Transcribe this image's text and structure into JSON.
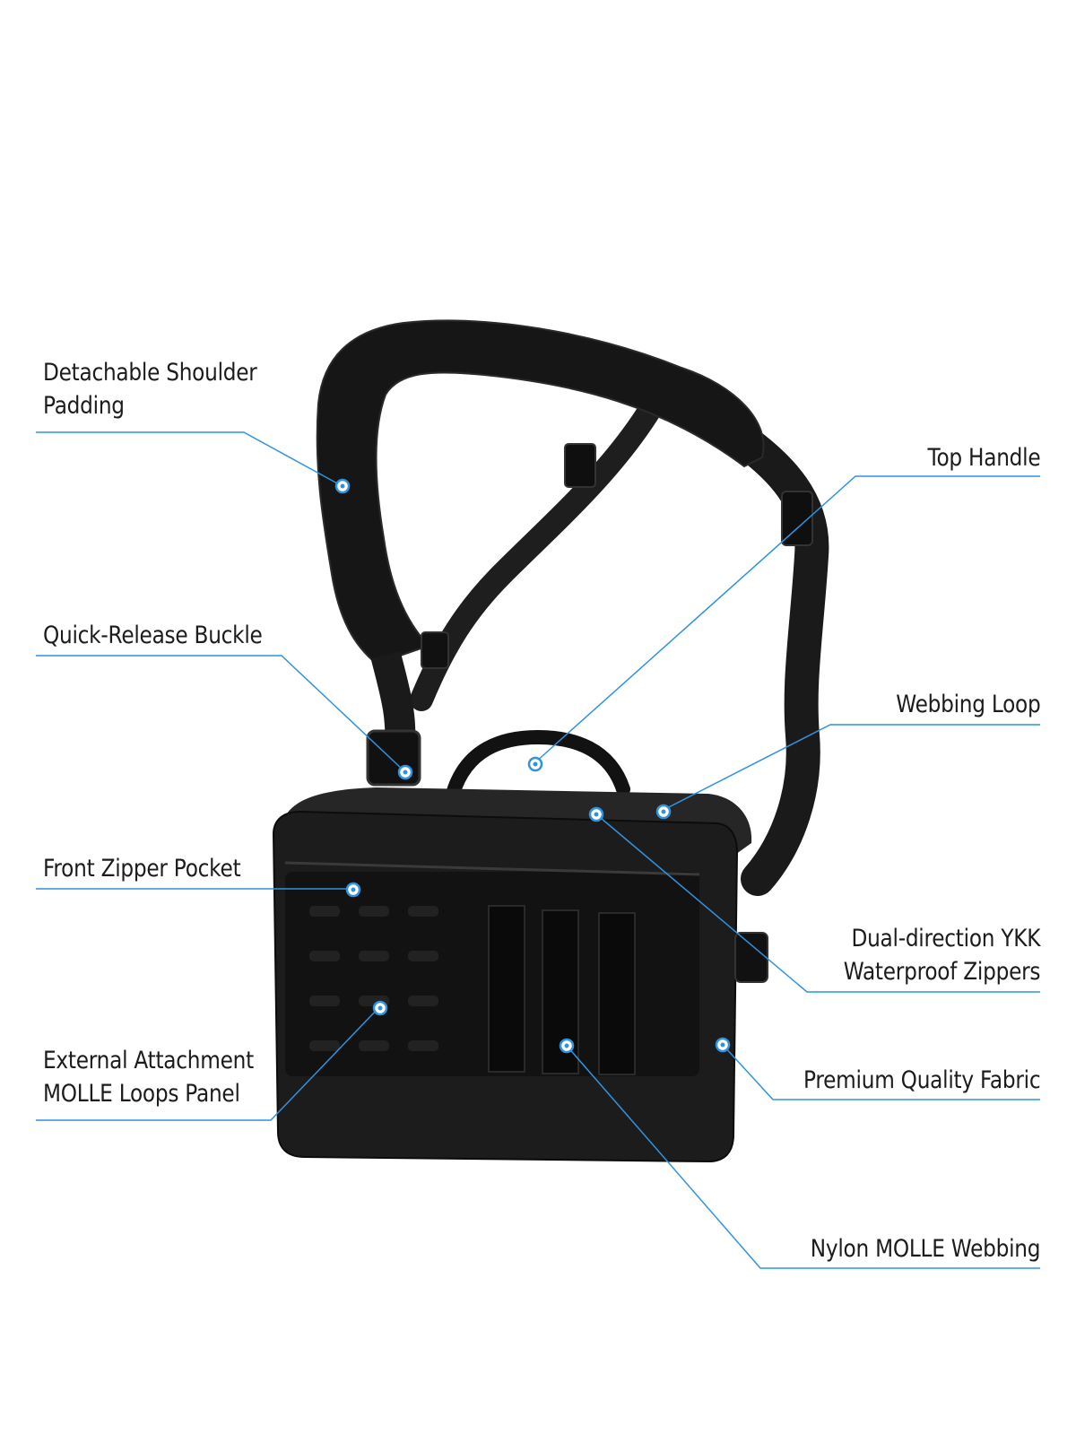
{
  "accent_color": "#2f93e0",
  "product": {
    "color": "#151515"
  },
  "callouts": {
    "shoulder_padding": {
      "line1": "Detachable Shoulder",
      "line2": "Padding"
    },
    "top_handle": {
      "line1": "Top Handle"
    },
    "quick_release_buckle": {
      "line1": "Quick-Release Buckle"
    },
    "webbing_loop": {
      "line1": "Webbing Loop"
    },
    "front_zipper_pocket": {
      "line1": "Front Zipper Pocket"
    },
    "ykk_zippers": {
      "line1": "Dual-direction YKK",
      "line2": "Waterproof Zippers"
    },
    "molle_panel": {
      "line1": "External Attachment",
      "line2": "MOLLE Loops Panel"
    },
    "premium_fabric": {
      "line1": "Premium Quality Fabric"
    },
    "nylon_webbing": {
      "line1": "Nylon MOLLE Webbing"
    }
  }
}
